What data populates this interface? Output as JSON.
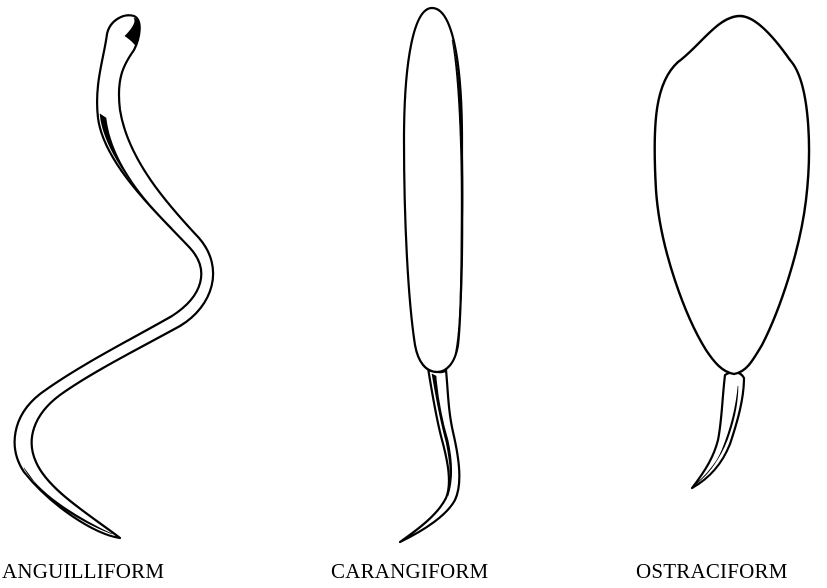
{
  "figures": [
    {
      "id": "anguilliform",
      "label": "ANGUILLIFORM"
    },
    {
      "id": "carangiform",
      "label": "CARANGIFORM"
    },
    {
      "id": "ostraciform",
      "label": "OSTRACIFORM"
    }
  ],
  "colors": {
    "stroke": "#000000",
    "fill": "#ffffff",
    "background": "#ffffff"
  }
}
